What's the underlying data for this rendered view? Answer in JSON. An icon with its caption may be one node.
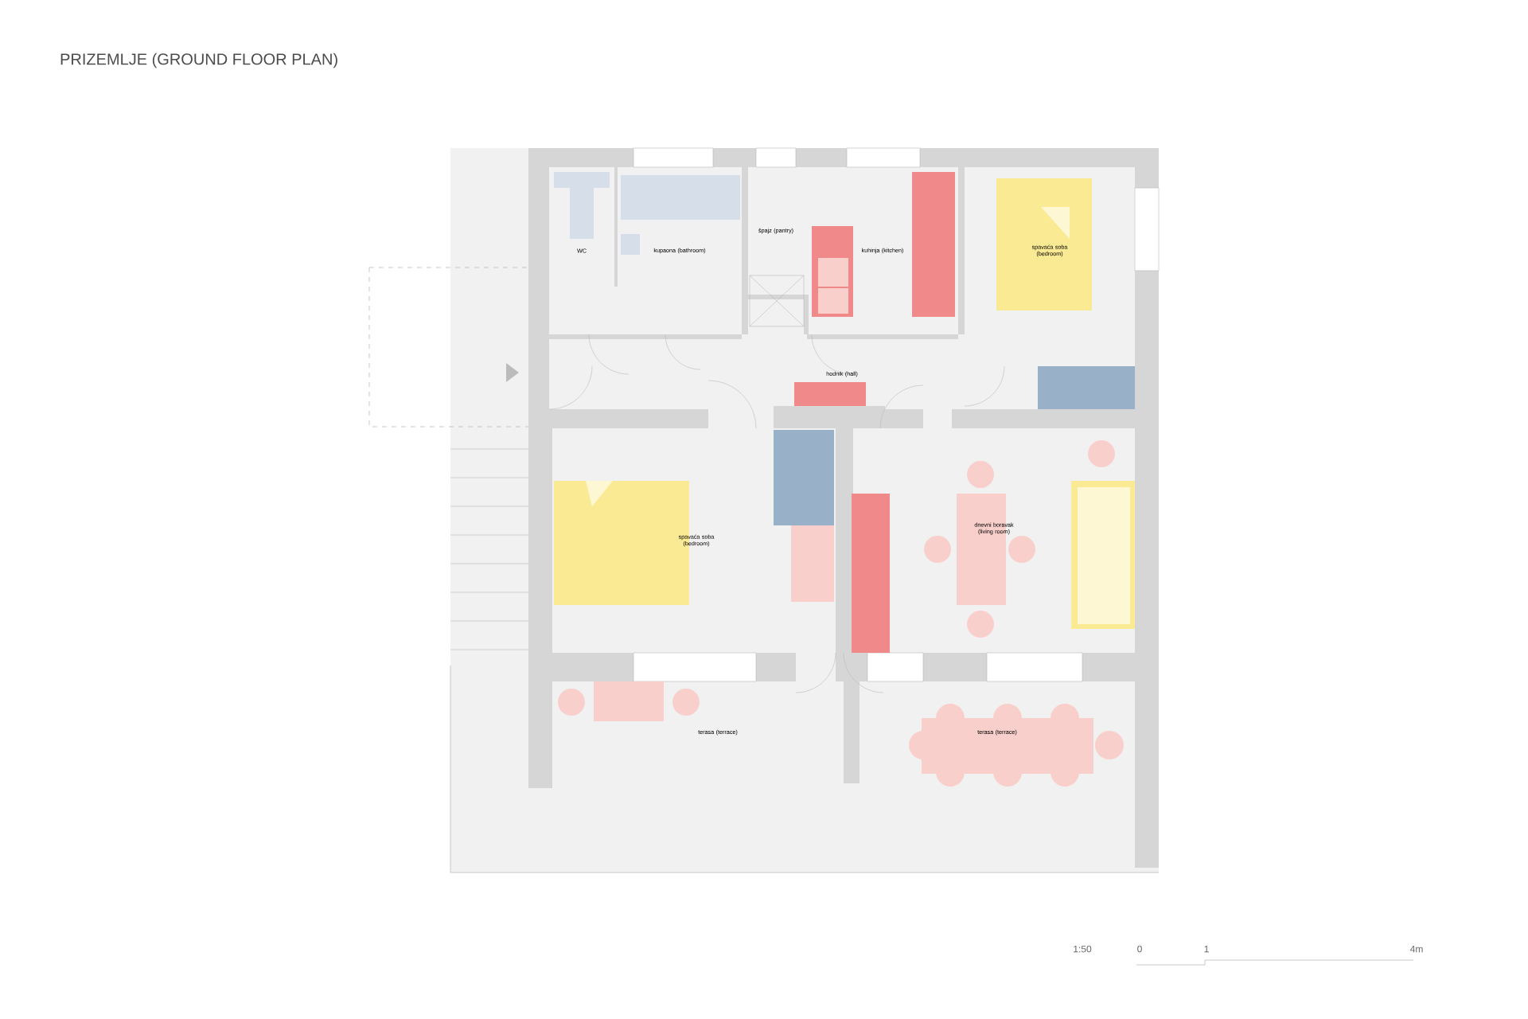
{
  "diagram": {
    "title": "PRIZEMLJE (GROUND FLOOR PLAN)",
    "nodes": [
      {
        "text": [
          "WC"
        ]
      },
      {
        "text": [
          "kupaona (bathroom)"
        ]
      },
      {
        "text": [
          "špajz (pantry)"
        ]
      },
      {
        "text": [
          "kuhinja (kitchen)"
        ]
      },
      {
        "text": [
          "spavaća soba (bedroom)"
        ]
      },
      {
        "text": [
          "hodnik (hall)"
        ]
      },
      {
        "text": [
          "spavaća soba (bedroom)"
        ]
      },
      {
        "text": [
          "dnevni boravak (living room)"
        ]
      },
      {
        "text": [
          "terasa (terrace)"
        ]
      },
      {
        "text": [
          "terasa (terrace)"
        ]
      }
    ],
    "edges": [],
    "labels": [
      "1:50",
      "0",
      "1",
      "4m"
    ]
  }
}
